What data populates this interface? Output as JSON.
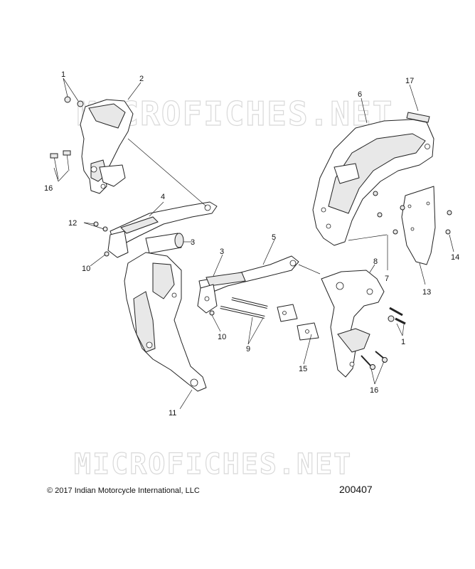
{
  "watermark": "MICROFICHES.NET",
  "copyright": "© 2017 Indian Motorcycle International, LLC",
  "figure_id": "200407",
  "callouts": {
    "c1a": "1",
    "c1b": "1",
    "c2": "2",
    "c3a": "3",
    "c3b": "3",
    "c4": "4",
    "c5": "5",
    "c6": "6",
    "c7": "7",
    "c8": "8",
    "c9": "9",
    "c10a": "10",
    "c10b": "10",
    "c11": "11",
    "c12": "12",
    "c13": "13",
    "c14": "14",
    "c15": "15",
    "c16a": "16",
    "c16b": "16",
    "c17": "17"
  }
}
